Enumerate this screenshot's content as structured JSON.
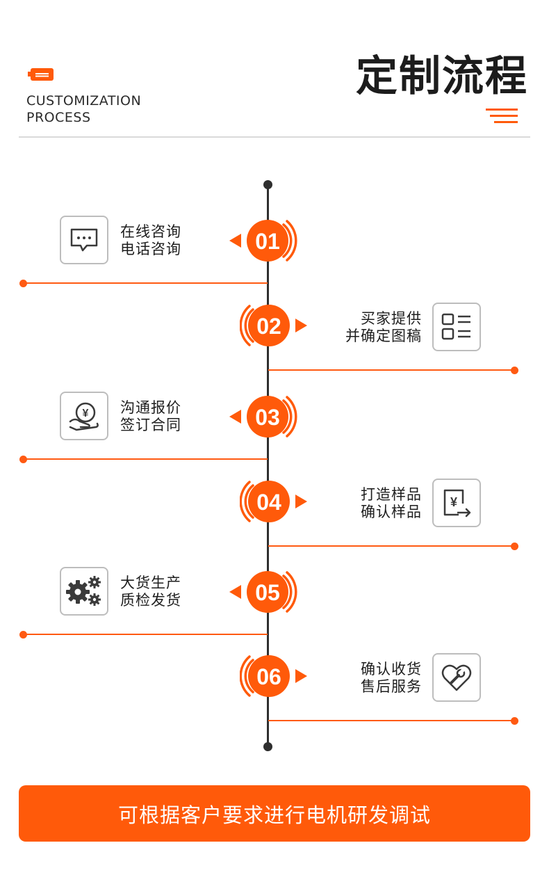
{
  "header": {
    "title_cn": "定制流程",
    "title_en_line1": "CUSTOMIZATION",
    "title_en_line2": "PROCESS"
  },
  "colors": {
    "accent": "#ff5a0a",
    "line": "#2f2f2f",
    "icon_stroke": "#3a3a3a"
  },
  "steps": [
    {
      "num": "01",
      "line1": "在线咨询",
      "line2": "电话咨询",
      "icon": "chat-bubble-icon"
    },
    {
      "num": "02",
      "line1": "买家提供",
      "line2": "并确定图稿",
      "icon": "grid-list-icon"
    },
    {
      "num": "03",
      "line1": "沟通报价",
      "line2": "签订合同",
      "icon": "yen-hand-icon"
    },
    {
      "num": "04",
      "line1": "打造样品",
      "line2": "确认样品",
      "icon": "yen-document-icon"
    },
    {
      "num": "05",
      "line1": "大货生产",
      "line2": "质检发货",
      "icon": "gears-icon"
    },
    {
      "num": "06",
      "line1": "确认收货",
      "line2": "售后服务",
      "icon": "heart-wrench-icon"
    }
  ],
  "cta": {
    "label": "可根据客户要求进行电机研发调试"
  }
}
